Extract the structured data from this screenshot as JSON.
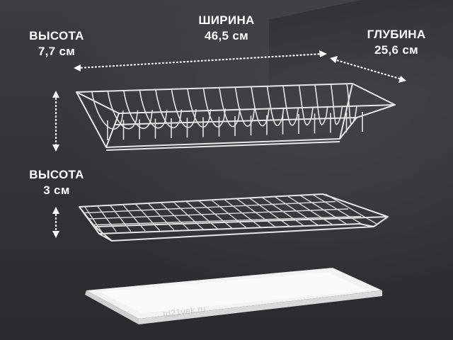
{
  "labels": {
    "height_top": {
      "title": "ВЫСОТА",
      "value": "7,7 см"
    },
    "width": {
      "title": "ШИРИНА",
      "value": "46,5 см"
    },
    "depth": {
      "title": "ГЛУБИНА",
      "value": "25,6 см"
    },
    "height_mid": {
      "title": "ВЫСОТА",
      "value": "3 см"
    }
  },
  "watermark": "td21vek.ru",
  "colors": {
    "background": "#3a3a3b",
    "wire": "#e8e8e8",
    "tray": "#f4f4f4",
    "text": "#ffffff"
  }
}
